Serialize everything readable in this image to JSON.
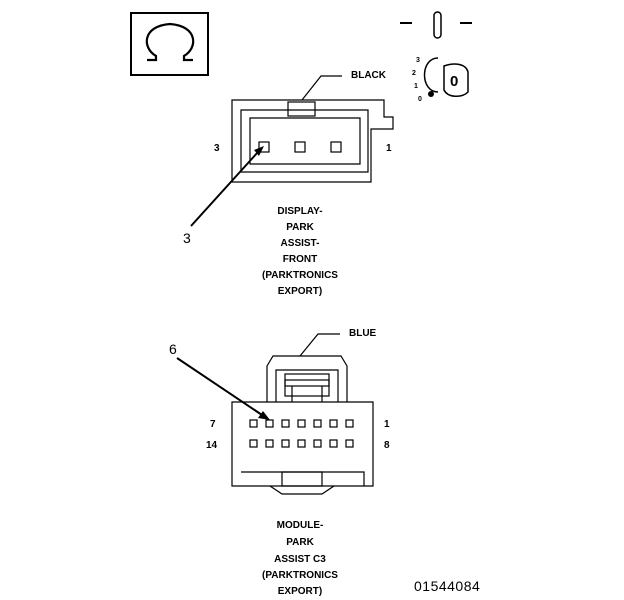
{
  "symbols": {
    "top_left": "ohmmeter-icon",
    "top_right": "ignition-key-icon",
    "ignition_positions": [
      "3",
      "2",
      "1",
      "0"
    ],
    "ignition_position_selected": "0"
  },
  "upper_connector": {
    "color": "BLACK",
    "pin_left": "3",
    "pin_right": "1",
    "callout_pin": "3",
    "caption": [
      "DISPLAY-",
      "PARK",
      "ASSIST-",
      "FRONT",
      "(PARKTRONICS",
      "EXPORT)"
    ]
  },
  "lower_connector": {
    "color": "BLUE",
    "pin_top_left": "7",
    "pin_top_right": "1",
    "pin_bottom_left": "14",
    "pin_bottom_right": "8",
    "callout_pin": "6",
    "caption": [
      "MODULE-",
      "PARK",
      "ASSIST C3",
      "(PARKTRONICS",
      "EXPORT)"
    ]
  },
  "figure_number": "01544084"
}
